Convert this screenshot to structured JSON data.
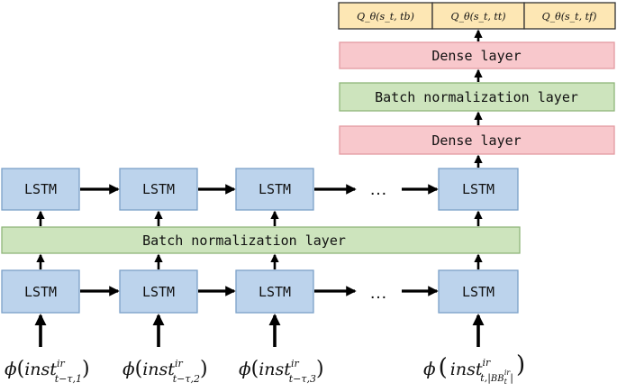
{
  "colors": {
    "lstm_fill": "#bcd3ec",
    "lstm_stroke": "#7ba0c8",
    "bn_fill": "#cde4bd",
    "bn_stroke": "#8fb57a",
    "dense_fill": "#f8c8cc",
    "dense_stroke": "#e39aa0",
    "q_fill": "#fde7b4",
    "q_stroke": "#333333",
    "arrow": "#000000"
  },
  "outputs": {
    "q_tb": "Q_θ(s_t, tb)",
    "q_tt": "Q_θ(s_t, tt)",
    "q_tf": "Q_θ(s_t, tf)"
  },
  "head": {
    "dense_top": "Dense layer",
    "batch_norm": "Batch normalization layer",
    "dense_bottom": "Dense layer"
  },
  "upper_row": {
    "lstm_1": "LSTM",
    "lstm_2": "LSTM",
    "lstm_3": "LSTM",
    "ellipsis": "…",
    "lstm_last": "LSTM"
  },
  "middle": {
    "batch_norm": "Batch normalization layer"
  },
  "lower_row": {
    "lstm_1": "LSTM",
    "lstm_2": "LSTM",
    "lstm_3": "LSTM",
    "ellipsis": "…",
    "lstm_last": "LSTM"
  },
  "inputs": {
    "phi": "ϕ",
    "base": "inst",
    "superscript": "ir",
    "sub_1": "t−τ,1",
    "sub_2": "t−τ,2",
    "sub_3": "t−τ,3",
    "sub_last_prefix": "t,|",
    "sub_last_bb": "BB",
    "sub_last_bb_sub": "t",
    "sub_last_bb_sup": "ir",
    "sub_last_suffix": "|"
  }
}
